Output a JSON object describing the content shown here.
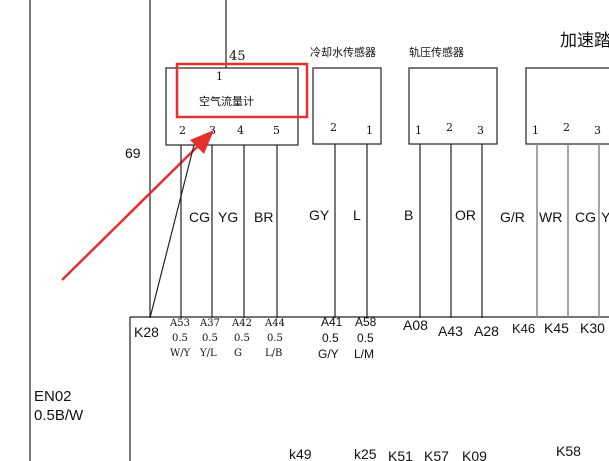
{
  "components": {
    "air_flow_meter": {
      "name": "空气流量计",
      "ref": "45",
      "pins": [
        "1",
        "2",
        "3",
        "4",
        "5"
      ]
    },
    "coolant_sensor": {
      "name": "冷却水传感器",
      "pins": [
        "2",
        "1"
      ]
    },
    "rail_pressure_sensor": {
      "name": "轨压传感器",
      "pins": [
        "1",
        "2",
        "3"
      ]
    },
    "accelerator": {
      "name": "加速踏",
      "pins": [
        "1",
        "2",
        "3"
      ]
    }
  },
  "wires": {
    "left_ref": "69",
    "colors": [
      "CG",
      "YG",
      "BR",
      "GY",
      "L",
      "B",
      "OR",
      "G/R",
      "WR",
      "CG",
      "Y"
    ]
  },
  "ecu_pins": {
    "k28": "K28",
    "a53": {
      "pin": "A53",
      "size": "0.5",
      "color": "W/Y"
    },
    "a37": {
      "pin": "A37",
      "size": "0.5",
      "color": "Y/L"
    },
    "a42": {
      "pin": "A42",
      "size": "0.5",
      "color": "G"
    },
    "a44": {
      "pin": "A44",
      "size": "0.5",
      "color": "L/B"
    },
    "a41": {
      "pin": "A41",
      "size": "0.5",
      "color": "G/Y"
    },
    "a58": {
      "pin": "A58",
      "size": "0.5",
      "color": "L/M"
    },
    "others": [
      "A08",
      "A43",
      "A28",
      "K46",
      "K45",
      "K30"
    ]
  },
  "left_label": {
    "code": "EN02",
    "spec": "0.5B/W"
  },
  "bottom_labels": [
    "k49",
    "k25",
    "K51",
    "K57",
    "K09",
    "K58"
  ]
}
